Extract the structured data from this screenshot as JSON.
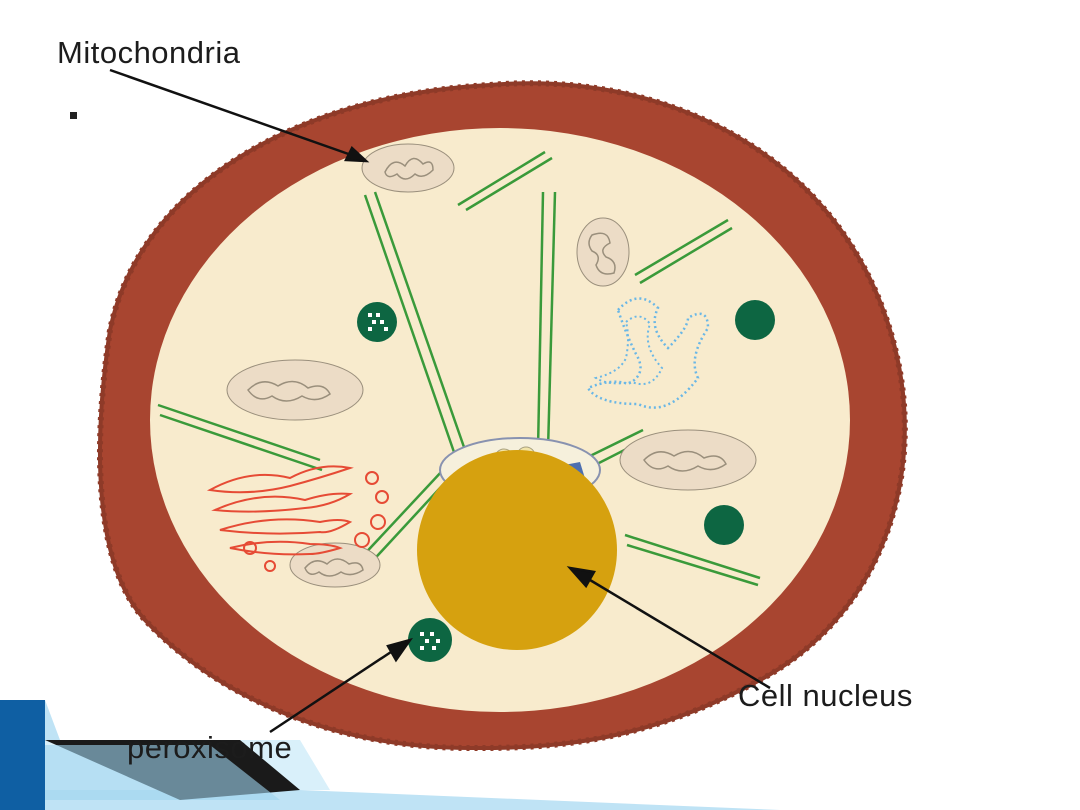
{
  "labels": {
    "mitochondria": "Mitochondria",
    "cell_nucleus": "Cell nucleus",
    "peroxisome": "peroxisome"
  },
  "colors": {
    "cell_wall": "#a84530",
    "cytoplasm": "#f8ebcd",
    "nucleus": "#d6a10f",
    "mitochondria_fill": "#ecdcc6",
    "mitochondria_stroke": "#9a8f7c",
    "cytoskeleton": "#3a9a3a",
    "peroxisome": "#0d6642",
    "golgi": "#e64b35",
    "er": "#6ab7e6",
    "centrosome": "#4d6fb0",
    "ribbon_blue_dark": "#0f5fa3",
    "ribbon_blue_light": "#c9e8f7"
  }
}
